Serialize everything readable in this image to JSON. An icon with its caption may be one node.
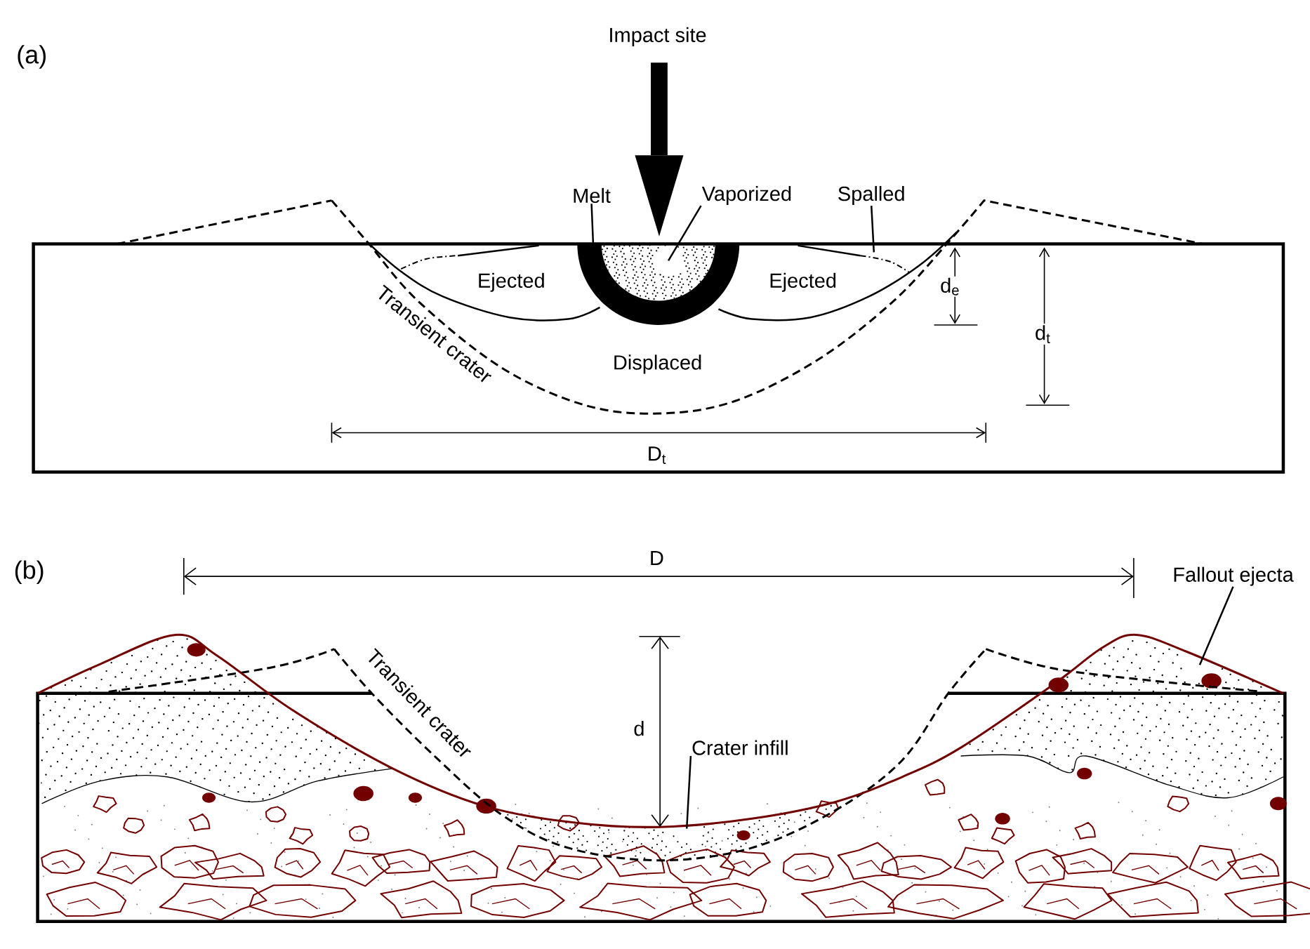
{
  "diagram": {
    "nodes": [
      {
        "text": [
          "Melt"
        ]
      },
      {
        "text": [
          "Vaporized"
        ]
      },
      {
        "text": [
          "Spalled"
        ]
      },
      {
        "text": [
          "Crater infill"
        ]
      },
      {
        "text": [
          "Fallout ejecta"
        ]
      }
    ],
    "edges": [
      {
        "from": 0,
        "to": null,
        "arrow": "none"
      },
      {
        "from": 1,
        "to": null,
        "arrow": "none"
      },
      {
        "from": 2,
        "to": null,
        "arrow": "none"
      },
      {
        "from": 3,
        "to": null,
        "arrow": "none"
      },
      {
        "from": 4,
        "to": null,
        "arrow": "none"
      }
    ],
    "labels": [
      "(a)",
      "Impact site",
      "Ejected",
      "Ejected",
      "d$_{e}$",
      "Transient crater",
      "d$_{t}$",
      "Displaced",
      "D$_{t}$",
      "(b)",
      "D",
      "Transient crater",
      "d"
    ]
  }
}
